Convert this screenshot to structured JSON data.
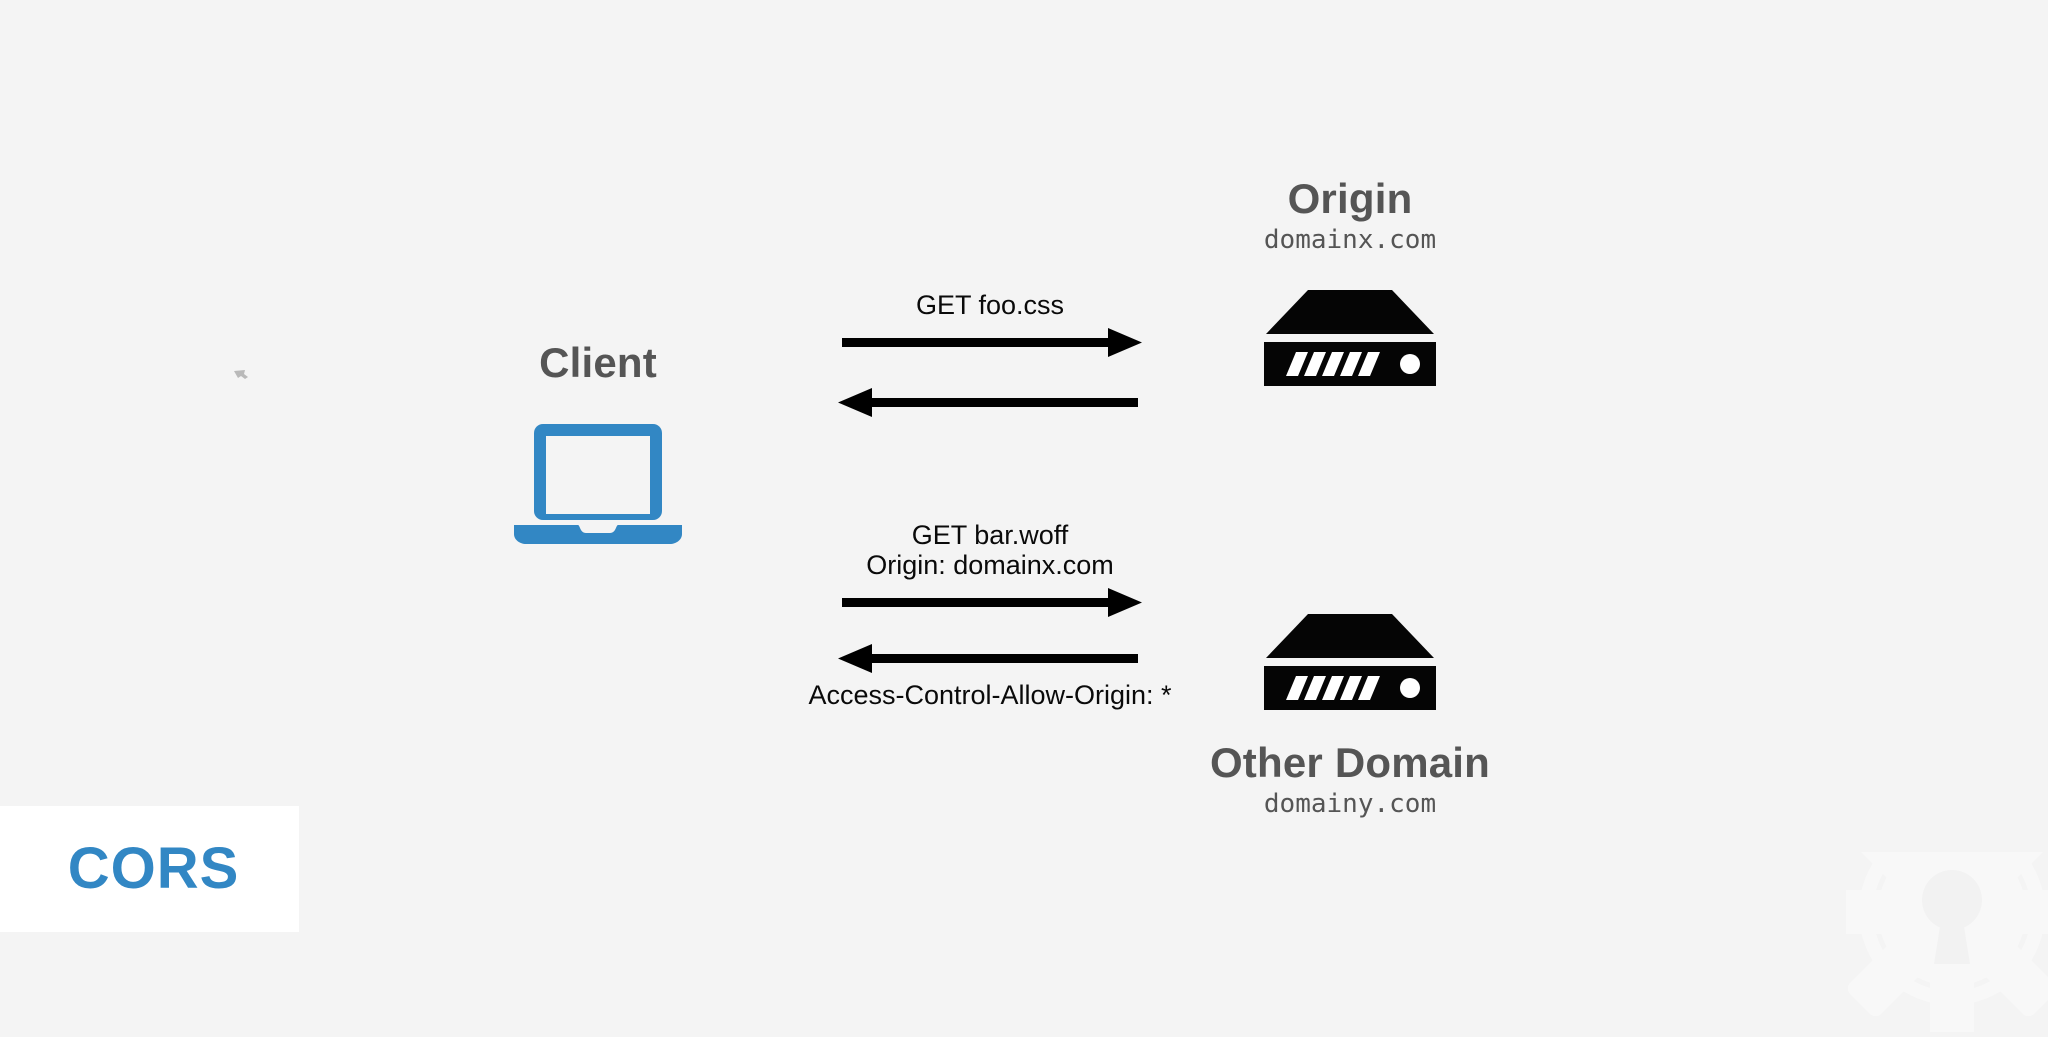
{
  "diagram": {
    "background_color": "#f4f4f4",
    "accent_color": "#3287c4",
    "text_color": "#555555",
    "line_color": "#000000"
  },
  "client": {
    "title": "Client",
    "icon": "laptop-icon"
  },
  "origin": {
    "title": "Origin",
    "domain": "domainx.com",
    "icon": "server-icon"
  },
  "other_domain": {
    "title": "Other Domain",
    "domain": "domainy.com",
    "icon": "server-icon"
  },
  "messages": [
    {
      "label_top": "GET foo.css",
      "label_top_2": "",
      "label_bottom": "",
      "request_direction": "right",
      "response_direction": "left"
    },
    {
      "label_top": "GET bar.woff",
      "label_top_2": "Origin: domainx.com",
      "label_bottom": "Access-Control-Allow-Origin: *",
      "request_direction": "right",
      "response_direction": "left"
    }
  ],
  "badge": {
    "label": "CORS",
    "color": "#3287c4",
    "background": "#ffffff"
  },
  "watermark": {
    "icon": "keyhole-lock-icon",
    "color": "#f8f8f8"
  }
}
